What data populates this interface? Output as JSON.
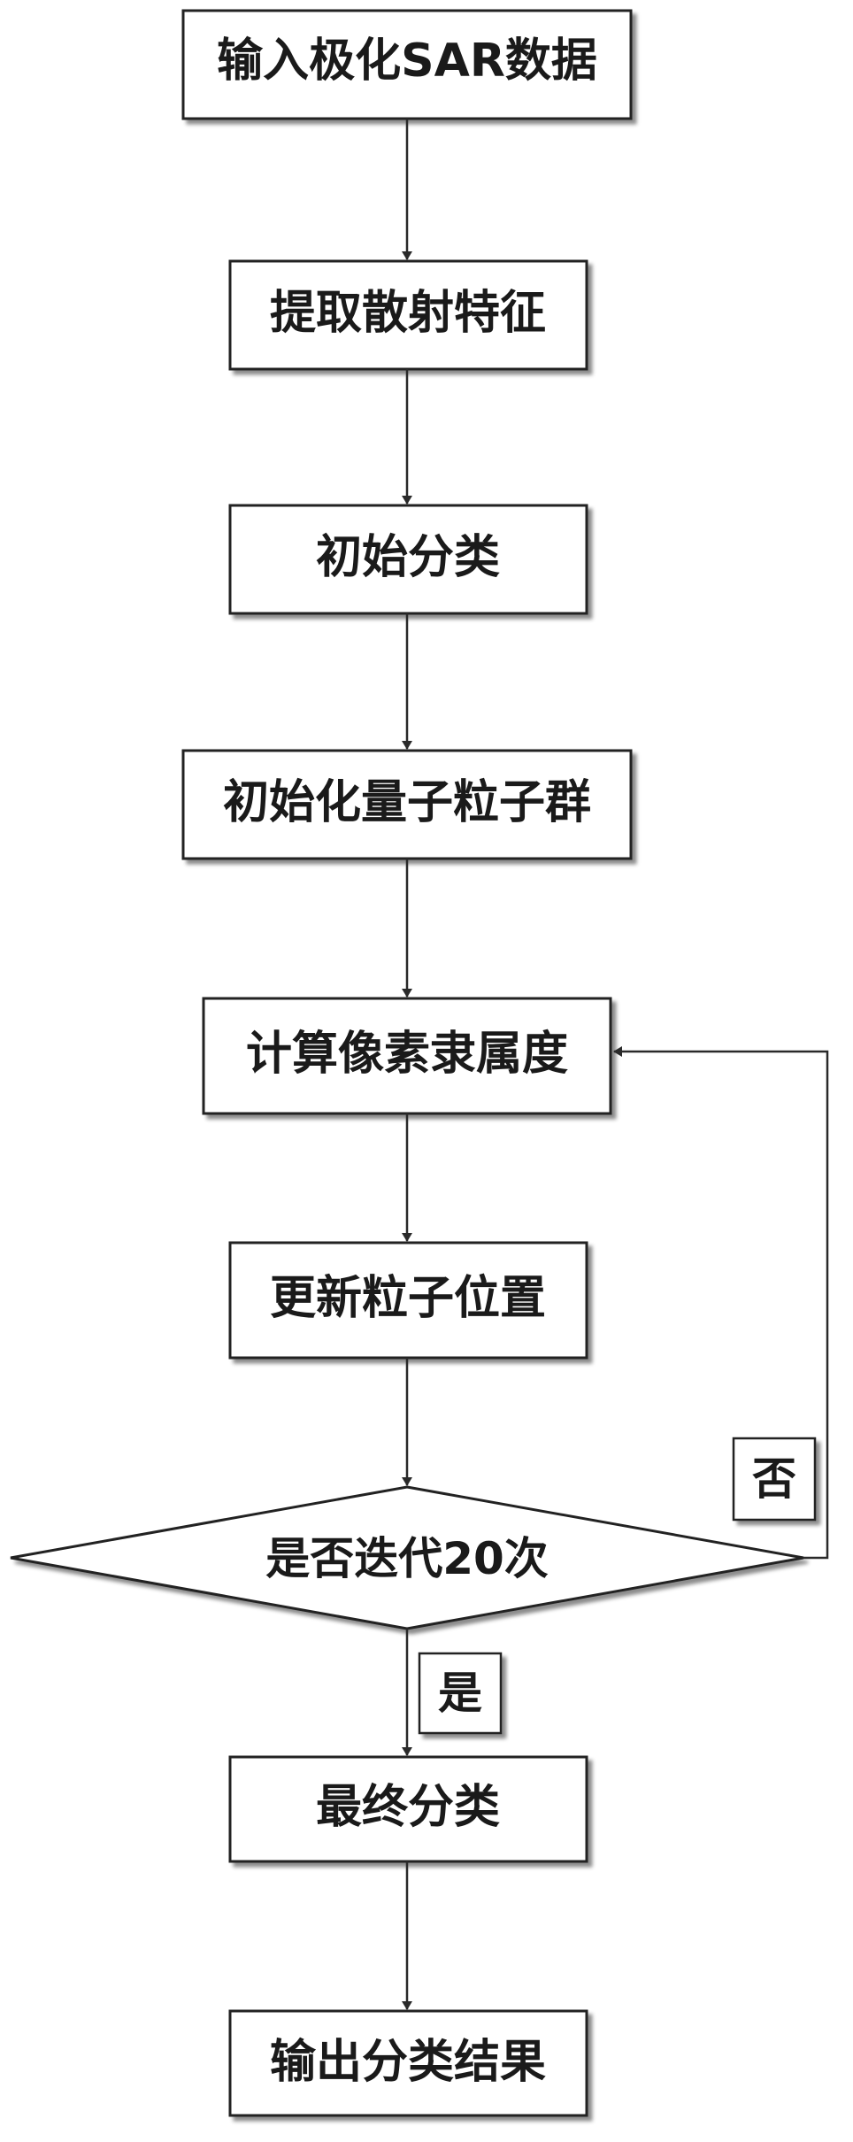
{
  "steps": {
    "input": "输入极化SAR数据",
    "extract": "提取散射特征",
    "init_classify": "初始分类",
    "init_swarm": "初始化量子粒子群",
    "membership": "计算像素隶属度",
    "update": "更新粒子位置",
    "decision": "是否迭代20次",
    "final_classify": "最终分类",
    "output": "输出分类结果"
  },
  "branches": {
    "no": "否",
    "yes": "是"
  }
}
